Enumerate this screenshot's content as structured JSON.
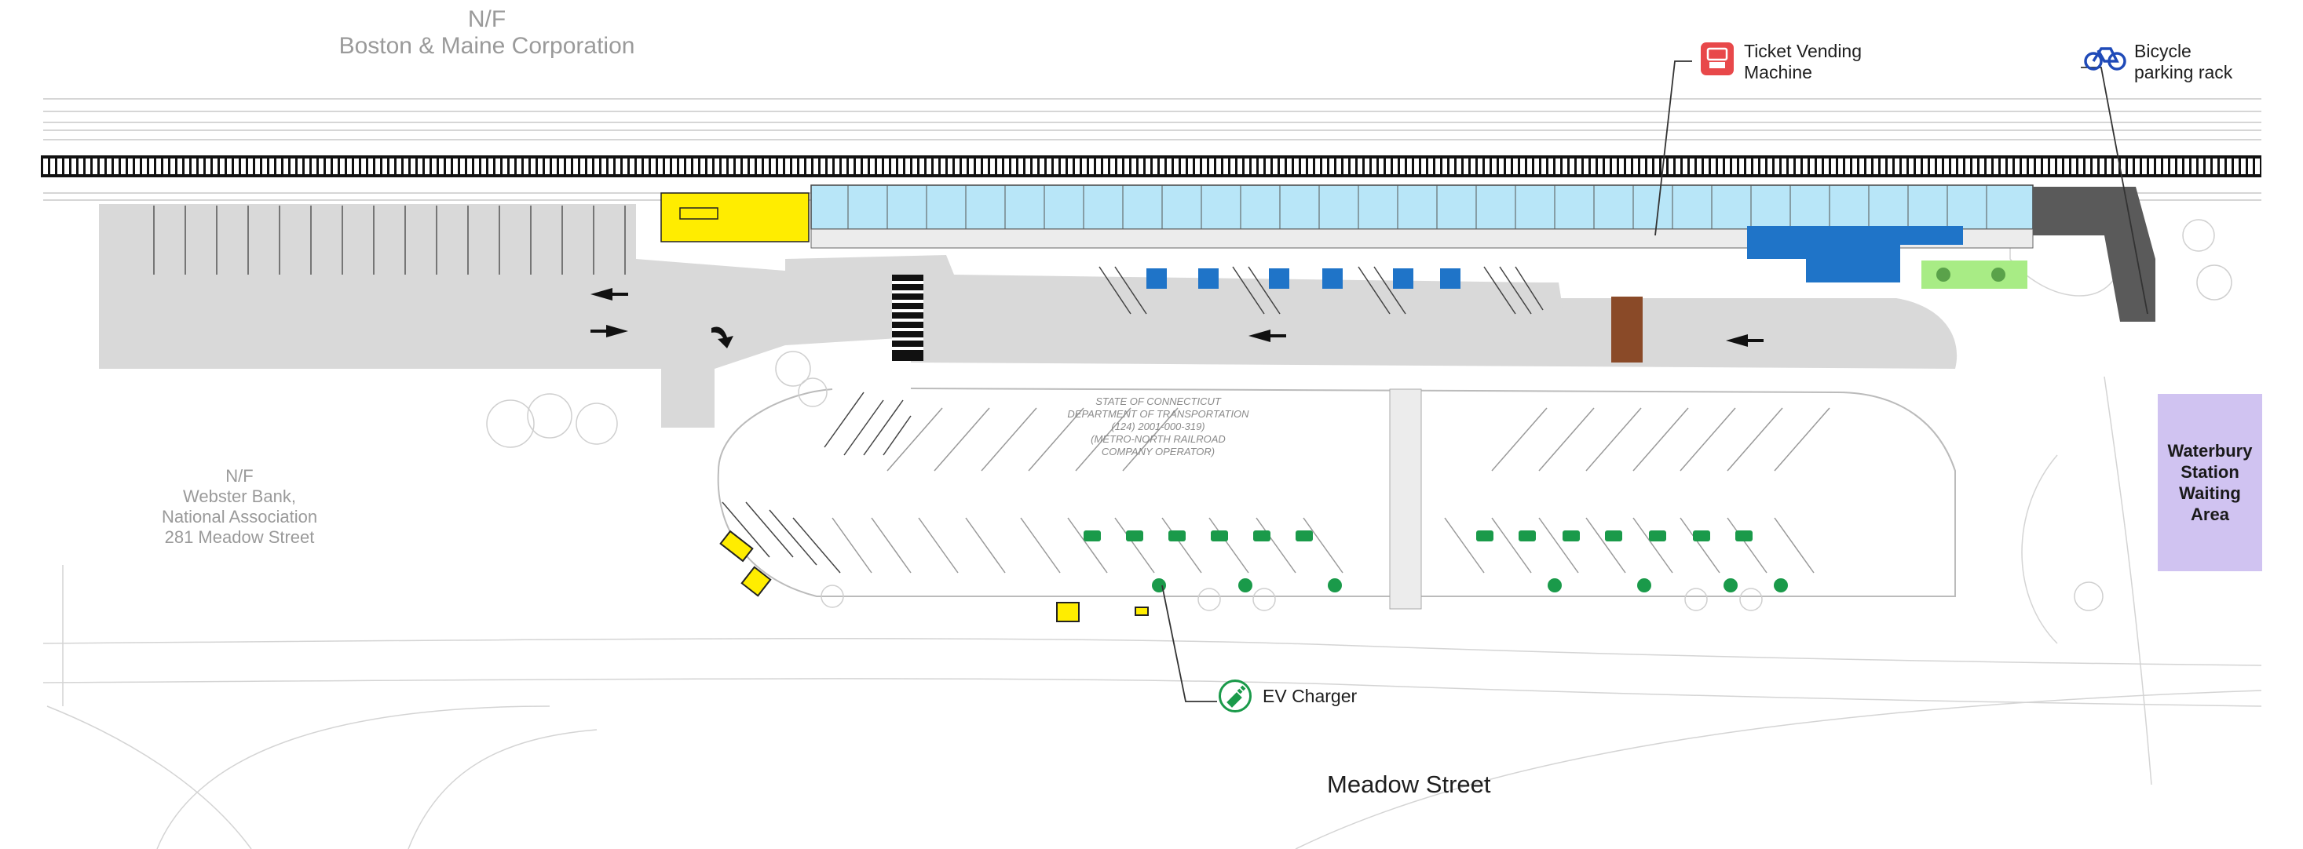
{
  "parcels": {
    "north_owner": {
      "status": "N/F",
      "name": "Boston & Maine Corporation"
    },
    "west_owner": {
      "status": "N/F",
      "name": "Webster Bank,",
      "line2": "National Association",
      "address": "281 Meadow Street"
    },
    "state_owner": {
      "line1": "STATE OF CONNECTICUT",
      "line2": "DEPARTMENT OF TRANSPORTATION",
      "line3": "(124) 2001-000-319)",
      "line4": "(METRO-NORTH RAILROAD",
      "line5": "COMPANY OPERATOR)"
    }
  },
  "callouts": {
    "ticket_vending": {
      "label_line1": "Ticket Vending",
      "label_line2": "Machine",
      "icon": "ticket-vending-icon",
      "color": "#e8484a"
    },
    "bicycle": {
      "label_line1": "Bicycle",
      "label_line2": "parking rack",
      "icon": "bicycle-icon",
      "color": "#1f4ab8"
    },
    "ev_charger": {
      "label": "EV Charger",
      "icon": "ev-plug-icon",
      "color": "#1a9a4a"
    }
  },
  "waiting_area": {
    "label": "Waterbury\nStation\nWaiting\nArea",
    "color": "#d0c3f1"
  },
  "street": {
    "name": "Meadow Street"
  },
  "colors": {
    "pavement": "#d9d9d9",
    "platform_canopy": "#b8e6f8",
    "bus_shelter": "#ffed00",
    "station_building": "#1f74c8",
    "landscape": "#a8ec85",
    "ada": "#1f74c8",
    "ev": "#1a9a4a"
  }
}
